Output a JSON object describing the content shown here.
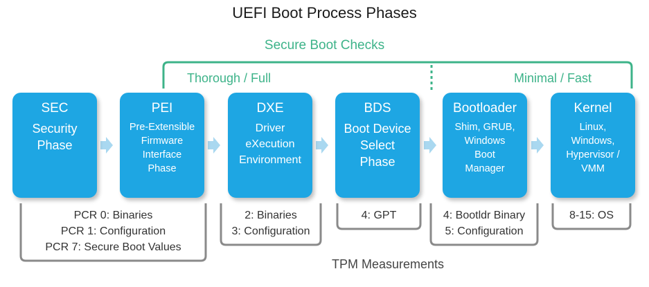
{
  "title": "UEFI Boot Process Phases",
  "secure_boot": {
    "label": "Secure Boot Checks",
    "thorough": "Thorough / Full",
    "minimal": "Minimal / Fast"
  },
  "phases": [
    {
      "name": "SEC",
      "desc": "Security\nPhase"
    },
    {
      "name": "PEI",
      "desc": "Pre-Extensible\nFirmware\nInterface\nPhase"
    },
    {
      "name": "DXE",
      "desc": "Driver\neXecution\nEnvironment"
    },
    {
      "name": "BDS",
      "desc": "Boot Device\nSelect\nPhase"
    },
    {
      "name": "Bootloader",
      "desc": "Shim, GRUB,\nWindows\nBoot\nManager"
    },
    {
      "name": "Kernel",
      "desc": "Linux,\nWindows,\nHypervisor /\nVMM"
    }
  ],
  "tpm": {
    "title": "TPM Measurements",
    "groups": [
      {
        "lines": [
          "PCR 0: Binaries",
          "PCR 1: Configuration",
          "PCR 7: Secure Boot Values"
        ]
      },
      {
        "lines": [
          "2: Binaries",
          "3: Configuration"
        ]
      },
      {
        "lines": [
          "4: GPT"
        ]
      },
      {
        "lines": [
          "4: Bootldr Binary",
          "5: Configuration"
        ]
      },
      {
        "lines": [
          "8-15: OS"
        ]
      }
    ]
  },
  "colors": {
    "box": "#1ea6e3",
    "arrow": "#a9d8f0",
    "green": "#3db389",
    "bracket": "#8a8a8a"
  }
}
